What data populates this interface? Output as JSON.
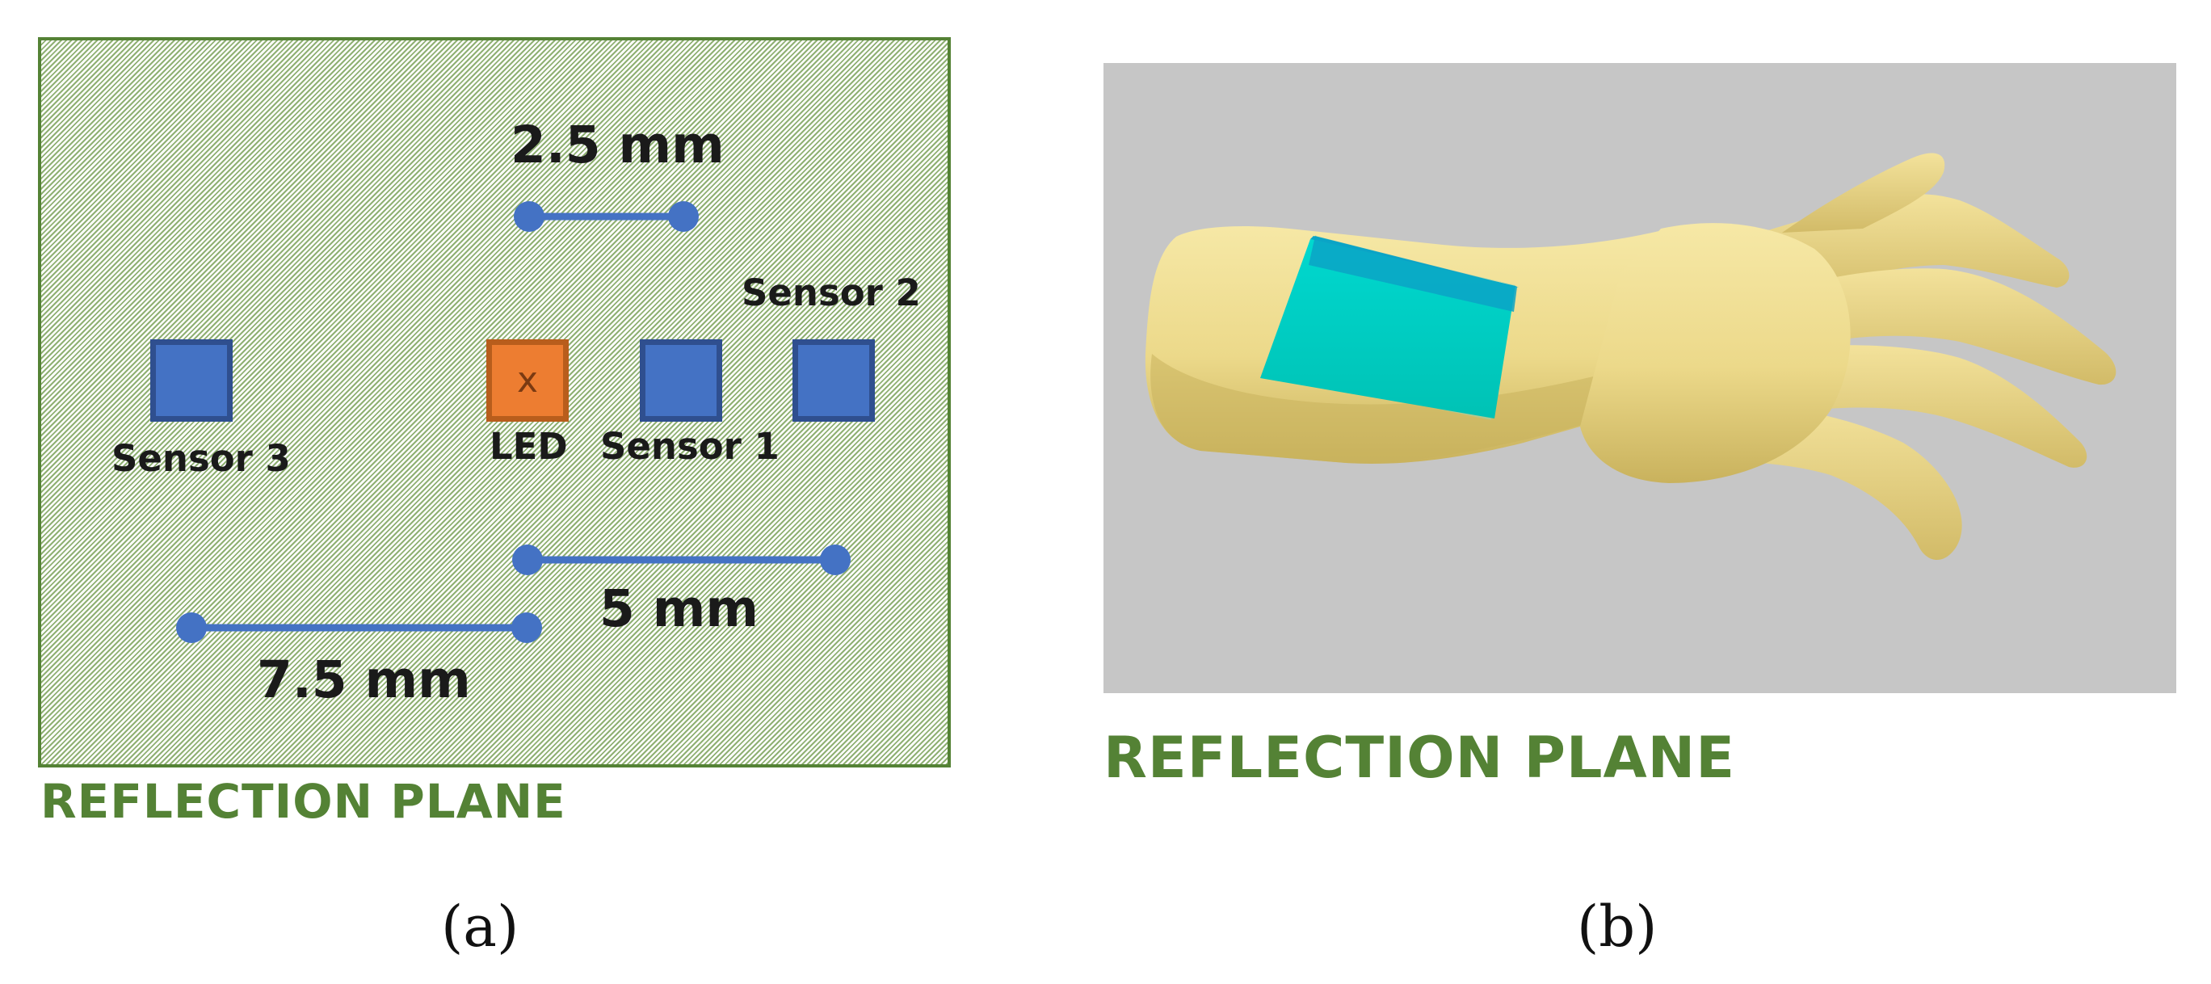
{
  "panel_a": {
    "caption": "(a)",
    "plane_label": "REFLECTION PLANE",
    "dimensions": {
      "d1": "2.5 mm",
      "d2": "5 mm",
      "d3": "7.5 mm"
    },
    "components": {
      "sensor1": "Sensor 1",
      "sensor2": "Sensor 2",
      "sensor3": "Sensor 3",
      "led": "LED",
      "led_mark": "x"
    }
  },
  "panel_b": {
    "caption": "(b)",
    "plane_label": "REFLECTION PLANE"
  },
  "colors": {
    "plane_green": "#548235",
    "sensor_blue": "#4472c4",
    "led_orange": "#ed7d31",
    "skin": "#f0df94",
    "sensor_patch": "#00c9c0",
    "background_gray": "#c6c6c6"
  }
}
